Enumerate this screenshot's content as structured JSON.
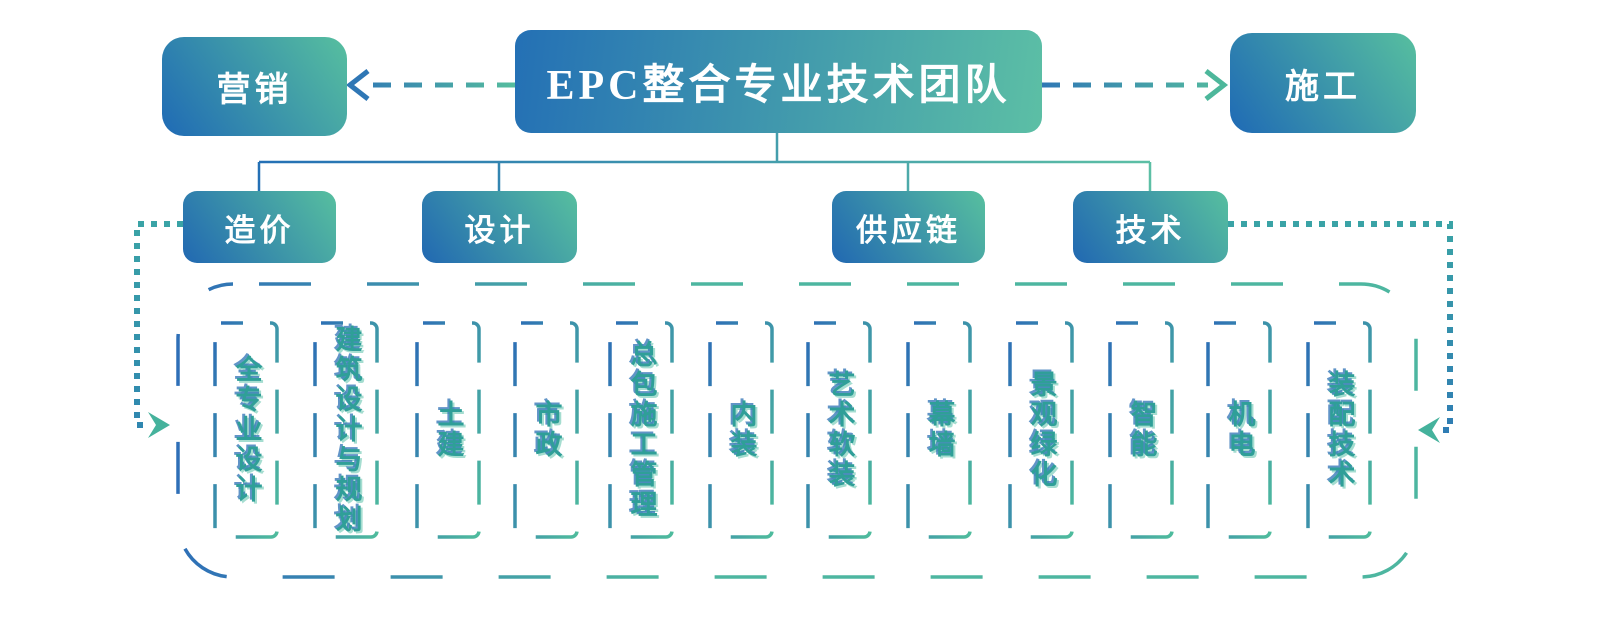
{
  "diagram": {
    "nodes": {
      "root": "EPC整合专业技术团队",
      "marketing": "营销",
      "construction": "施工"
    },
    "branches": [
      {
        "label": "造价"
      },
      {
        "label": "设计"
      },
      {
        "label": "供应链"
      },
      {
        "label": "技术"
      }
    ],
    "specialties": [
      "全专业设计",
      "建筑设计与规划",
      "土建",
      "市政",
      "总包施工管理",
      "内装",
      "艺术软装",
      "幕墙",
      "景观绿化",
      "智能",
      "机电",
      "装配技术"
    ],
    "colors": {
      "gradient_blue": "#2470b5",
      "gradient_green": "#5cbfa5",
      "specialty_text_teal": "#2f9f98",
      "specialty_text_shadow_blue": "#2c70b4",
      "dotted_loop_left": "#3596ad",
      "dotted_loop_right": "#2f7cb4",
      "arrowhead_teal": "#45b29c",
      "arrowhead_blue": "#2f77b5",
      "background": "#ffffff"
    }
  }
}
